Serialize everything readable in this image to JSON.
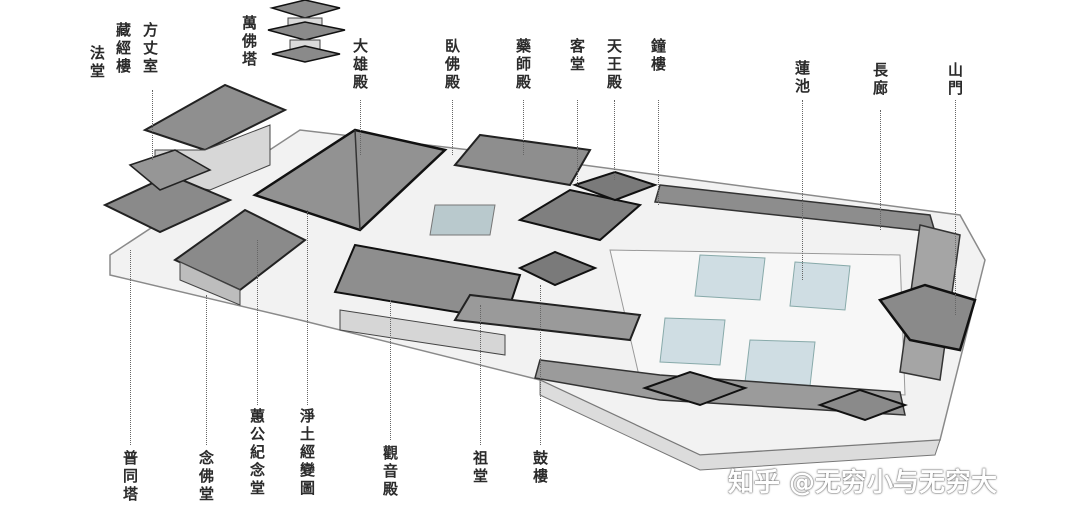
{
  "labels": {
    "top": [
      {
        "id": "fangzhang",
        "text": "方丈室"
      },
      {
        "id": "cangjing",
        "text": "藏經樓"
      },
      {
        "id": "fatang",
        "text": "法堂"
      },
      {
        "id": "wanfo",
        "text": "萬佛塔"
      },
      {
        "id": "daxiong",
        "text": "大雄殿"
      },
      {
        "id": "wofo",
        "text": "臥佛殿"
      },
      {
        "id": "yaoshi",
        "text": "藥師殿"
      },
      {
        "id": "ketang",
        "text": "客堂"
      },
      {
        "id": "tianwang",
        "text": "天王殿"
      },
      {
        "id": "zhonglou",
        "text": "鐘樓"
      },
      {
        "id": "lianchi",
        "text": "蓮池"
      },
      {
        "id": "changlang",
        "text": "長廊"
      },
      {
        "id": "shanmen",
        "text": "山門"
      }
    ],
    "bottom": [
      {
        "id": "putong",
        "text": "普同塔"
      },
      {
        "id": "nianfo",
        "text": "念佛堂"
      },
      {
        "id": "gong",
        "text": "蕙公紀念堂"
      },
      {
        "id": "jingtu",
        "text": "淨土經變圖"
      },
      {
        "id": "guanyin",
        "text": "觀音殿"
      },
      {
        "id": "zutang",
        "text": "祖堂"
      },
      {
        "id": "gulou",
        "text": "鼓樓"
      }
    ]
  },
  "watermark": "知乎 @无穷小与无穷大",
  "colors": {
    "roof": "#9a9a9a",
    "roof_dark": "#6e6e6e",
    "wall": "#e8e8e8",
    "ground": "#f0f0f0",
    "pond": "#cfdde3",
    "ink": "#2b2b2b"
  }
}
